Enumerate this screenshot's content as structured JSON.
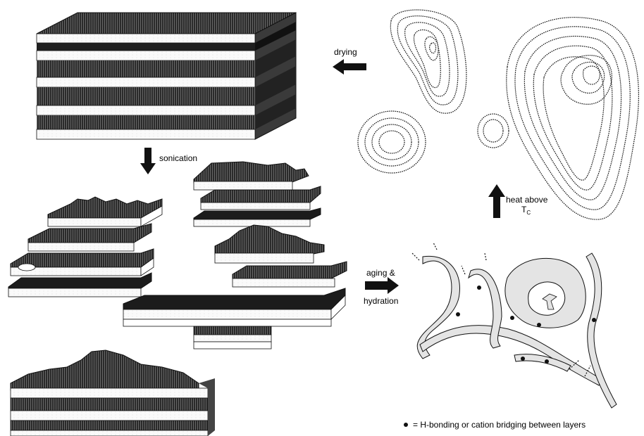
{
  "labels": {
    "drying": "drying",
    "sonication": "sonication",
    "heat_above": "heat above",
    "tc_main": "T",
    "tc_sub": "C",
    "aging": "aging &",
    "hydration": "hydration",
    "legend_text": "= H-bonding or cation bridging between layers"
  },
  "colors": {
    "layer_dark": "#1c1c1c",
    "layer_mid": "#5a5a5a",
    "layer_light": "#d9d9d9",
    "gel_fill": "#e8e8e8",
    "ink": "#111111"
  }
}
